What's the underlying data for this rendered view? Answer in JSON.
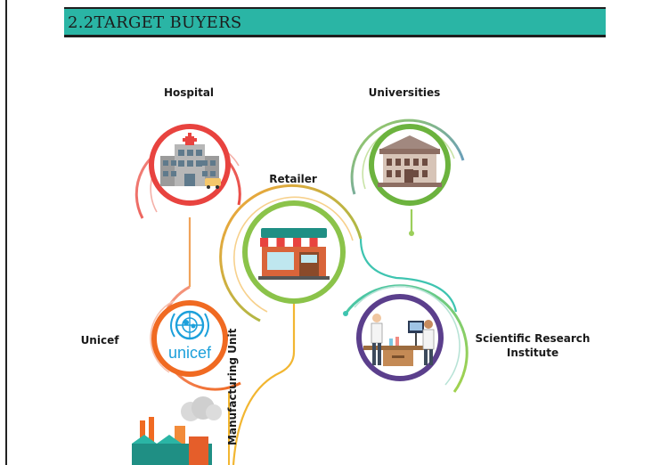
{
  "section": {
    "title": "2.2TARGET BUYERS"
  },
  "buyers": {
    "hospital": "Hospital",
    "universities": "Universities",
    "retailer": "Retailer",
    "unicef": "Unicef",
    "unicef_logo_text": "unicef",
    "research_line1": "Scientific Research",
    "research_line2": "Institute",
    "manufacturing": "Manufacturing Unit"
  },
  "colors": {
    "hospital": "#e8433f",
    "universities": "#6cb33e",
    "retailer": "#f2b631",
    "unicef": "#f06a22",
    "research": "#5b3f8c",
    "header": "#2ab5a5"
  }
}
